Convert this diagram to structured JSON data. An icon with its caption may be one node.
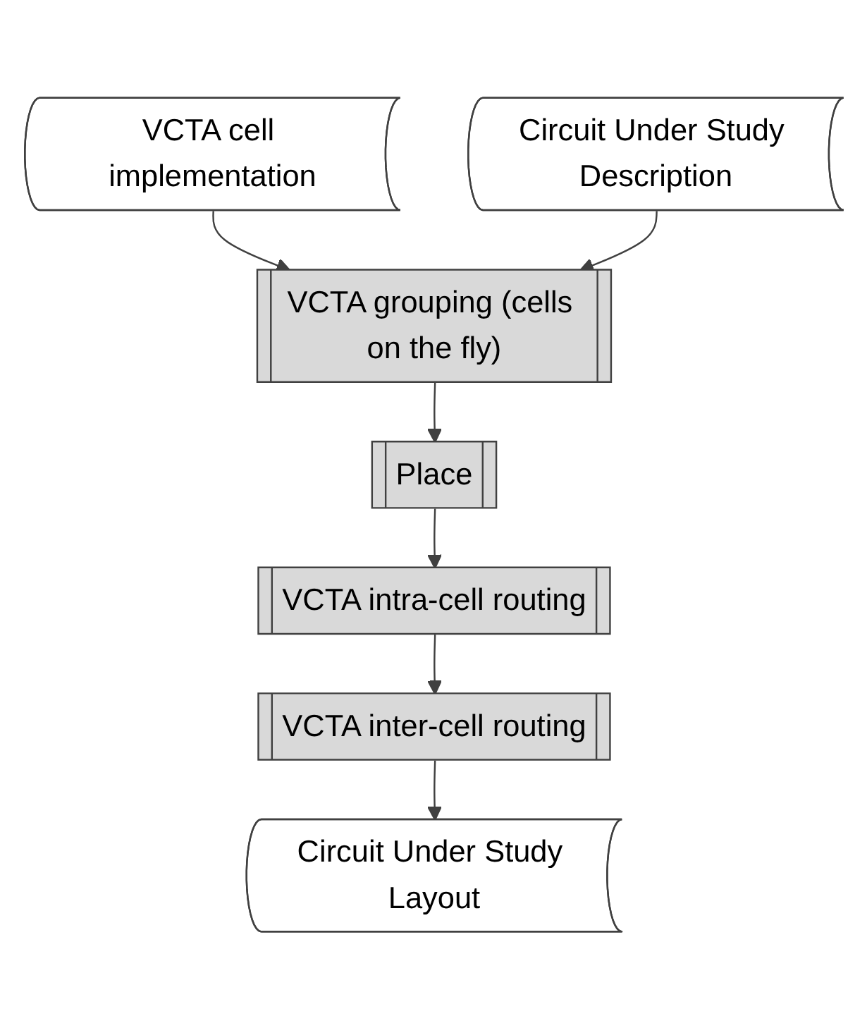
{
  "diagram": {
    "nodes": [
      {
        "text": [
          "VCTA cell implementation"
        ]
      },
      {
        "text": [
          "Circuit Under Study Description"
        ]
      },
      {
        "text": [
          "VCTA grouping (cells on the fly)"
        ]
      },
      {
        "text": [
          "Place"
        ]
      },
      {
        "text": [
          "VCTA intra-cell routing"
        ]
      },
      {
        "text": [
          "VCTA inter-cell routing"
        ]
      },
      {
        "text": [
          "Circuit Under Study Layout"
        ]
      }
    ],
    "edges": [
      {
        "from": 0,
        "to": 2,
        "arrow": "to"
      },
      {
        "from": 1,
        "to": 2,
        "arrow": "to"
      },
      {
        "from": 2,
        "to": 3,
        "arrow": "to"
      },
      {
        "from": 3,
        "to": 4,
        "arrow": "to"
      },
      {
        "from": 4,
        "to": 5,
        "arrow": "to"
      },
      {
        "from": 5,
        "to": 6,
        "arrow": "to"
      }
    ]
  }
}
